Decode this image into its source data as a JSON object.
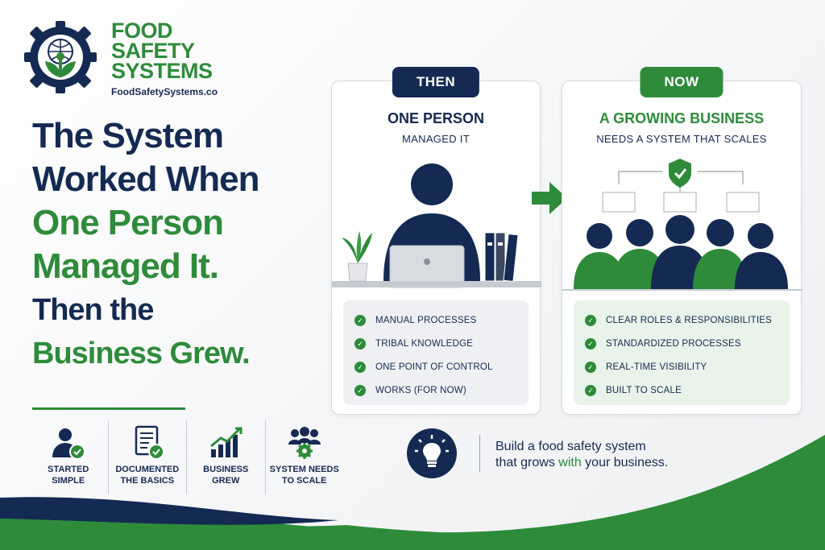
{
  "brand": {
    "name_lines": [
      "FOOD",
      "SAFETY",
      "SYSTEMS"
    ],
    "url": "FoodSafetySystems.co",
    "color_green": "#2e8b3a",
    "color_navy": "#152a52"
  },
  "headline": {
    "line1": "The System",
    "line2": "Worked When",
    "line3": "One Person",
    "line4": "Managed It.",
    "line5": "Then the",
    "line6": "Business Grew."
  },
  "steps": [
    {
      "icon": "person-check-icon",
      "label": "STARTED\nSIMPLE"
    },
    {
      "icon": "document-check-icon",
      "label": "DOCUMENTED\nTHE BASICS"
    },
    {
      "icon": "growth-chart-icon",
      "label": "BUSINESS\nGREW"
    },
    {
      "icon": "team-gear-icon",
      "label": "SYSTEM NEEDS\nTO SCALE"
    }
  ],
  "then_panel": {
    "badge": "THEN",
    "title": "ONE PERSON",
    "subtitle": "MANAGED IT",
    "items": [
      "MANUAL PROCESSES",
      "TRIBAL KNOWLEDGE",
      "ONE POINT OF CONTROL",
      "WORKS (FOR NOW)"
    ]
  },
  "now_panel": {
    "badge": "NOW",
    "title": "A GROWING BUSINESS",
    "subtitle": "NEEDS A SYSTEM THAT SCALES",
    "items": [
      "CLEAR ROLES & RESPONSIBILITIES",
      "STANDARDIZED PROCESSES",
      "REAL-TIME VISIBILITY",
      "BUILT TO SCALE"
    ]
  },
  "callout": {
    "icon": "lightbulb-icon",
    "line1": "Build a food safety system",
    "line2_pre": "that grows ",
    "line2_highlight": "with",
    "line2_post": " your business."
  }
}
